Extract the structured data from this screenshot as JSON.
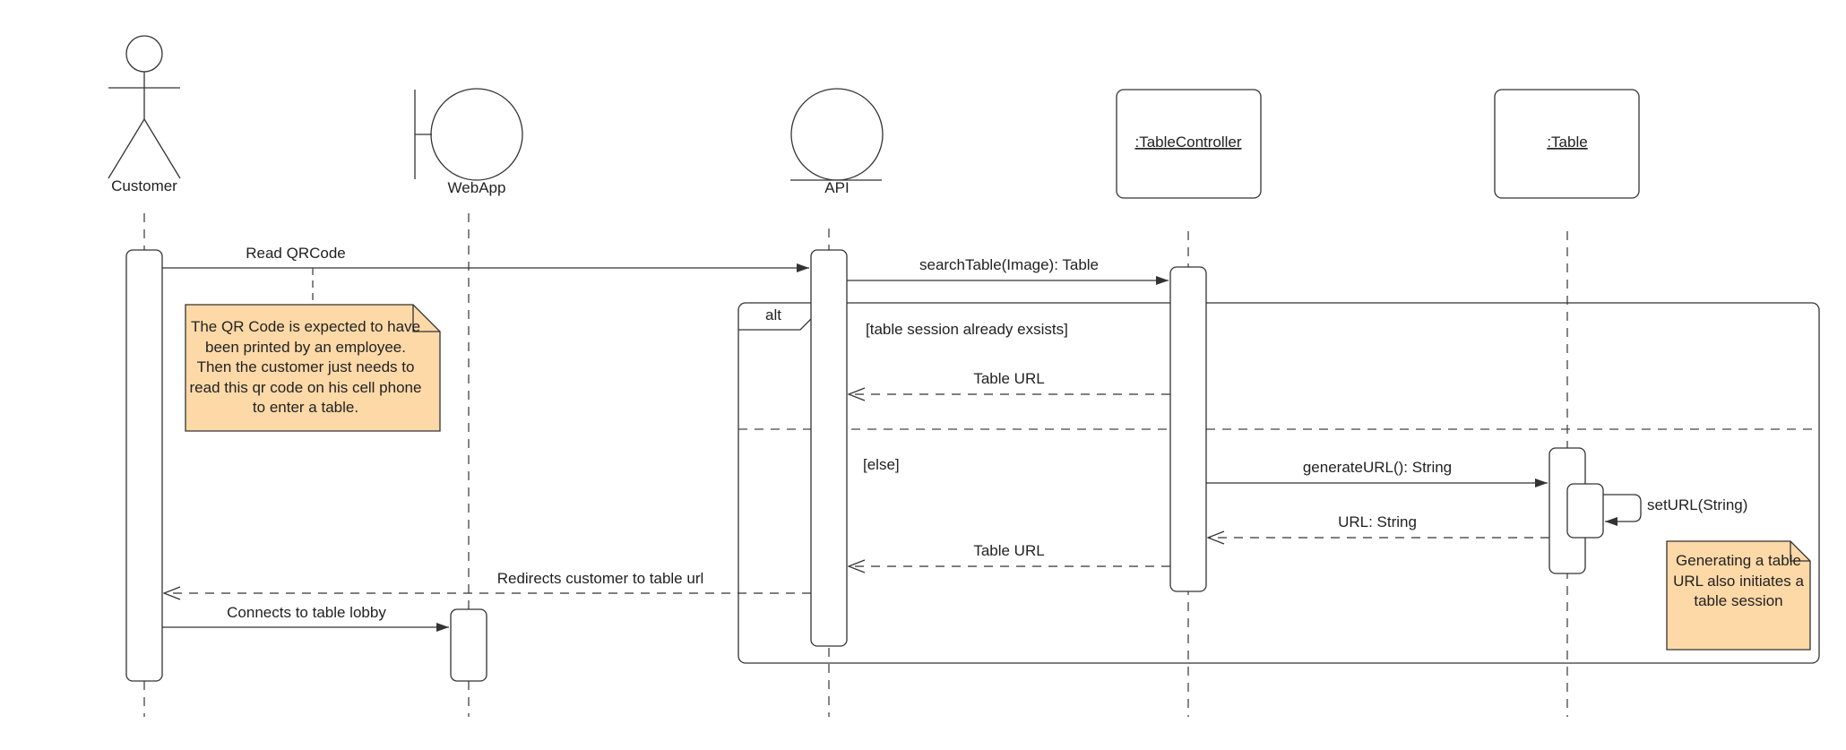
{
  "participants": {
    "customer": "Customer",
    "webapp": "WebApp",
    "api": "API",
    "table_controller": ":TableController",
    "table": ":Table"
  },
  "messages": {
    "read_qrcode": "Read QRCode",
    "search_table": "searchTable(Image): Table",
    "table_url_1": "Table URL",
    "generate_url": "generateURL(): String",
    "set_url": "setURL(String)",
    "url_string": "URL: String",
    "table_url_2": "Table URL",
    "redirects": "Redirects customer to table url",
    "connects": "Connects to table lobby"
  },
  "fragment": {
    "operator": "alt",
    "guard_1": "[table session already exsists]",
    "guard_2": "[else]"
  },
  "notes": {
    "qr_note": "The QR Code is expected to have been printed by an employee. Then the customer just needs to read this qr code on his cell phone to enter a table.",
    "url_note": "Generating a table URL also initiates a table session"
  },
  "colors": {
    "note_fill": "#fdd9a8",
    "line": "#333333"
  }
}
